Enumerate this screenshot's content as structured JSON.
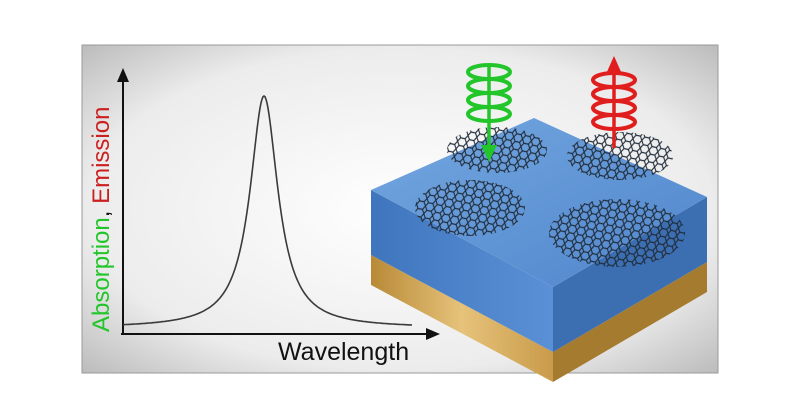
{
  "plot": {
    "x_label": "Wavelength",
    "y_label_part1": "Absorption",
    "y_label_sep": ", ",
    "y_label_part2": "Emission",
    "curve": "lorentzian-peak"
  },
  "colors": {
    "absorption": "#22c62a",
    "emission": "#cc1f1f",
    "axis": "#111111",
    "curve": "#3a3a3a",
    "slab_top": "#5f95d6",
    "slab_side": "#4a7fc4",
    "gold_layer": "#d8ad5a",
    "lattice": "#2a3340",
    "green_helix": "#22c62a",
    "red_helix": "#e01e1e"
  },
  "scene": {
    "substrate": "blue-slab-on-gold",
    "flakes": [
      "graphene-disk",
      "graphene-disk",
      "graphene-disk",
      "graphene-disk"
    ],
    "arrows": [
      {
        "name": "absorption-arrow",
        "direction": "down",
        "color": "green"
      },
      {
        "name": "emission-arrow",
        "direction": "up",
        "color": "red"
      }
    ]
  }
}
